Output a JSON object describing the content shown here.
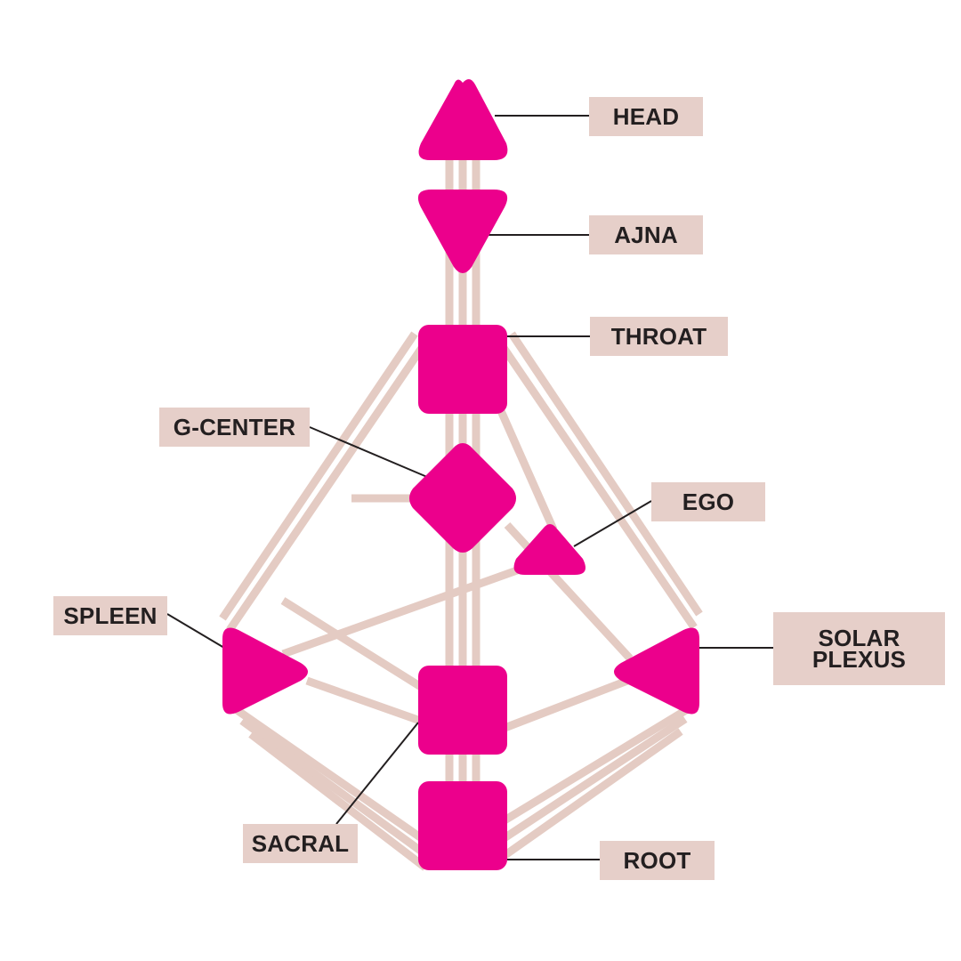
{
  "colors": {
    "center_fill": "#ec008c",
    "channel": "#e4cbc3",
    "label_bg": "#e6cfc9",
    "label_text": "#231f20",
    "leader": "#231f20",
    "background": "#ffffff"
  },
  "centers": [
    {
      "id": "head",
      "shape": "triangle-up",
      "label": "HEAD"
    },
    {
      "id": "ajna",
      "shape": "triangle-down",
      "label": "AJNA"
    },
    {
      "id": "throat",
      "shape": "square",
      "label": "THROAT"
    },
    {
      "id": "g-center",
      "shape": "diamond",
      "label": "G-CENTER"
    },
    {
      "id": "ego",
      "shape": "triangle-up",
      "label": "EGO"
    },
    {
      "id": "spleen",
      "shape": "triangle-right",
      "label": "SPLEEN"
    },
    {
      "id": "solar-plexus",
      "shape": "triangle-left",
      "label_lines": [
        "SOLAR",
        "PLEXUS"
      ]
    },
    {
      "id": "sacral",
      "shape": "square",
      "label": "SACRAL"
    },
    {
      "id": "root",
      "shape": "square",
      "label": "ROOT"
    }
  ]
}
